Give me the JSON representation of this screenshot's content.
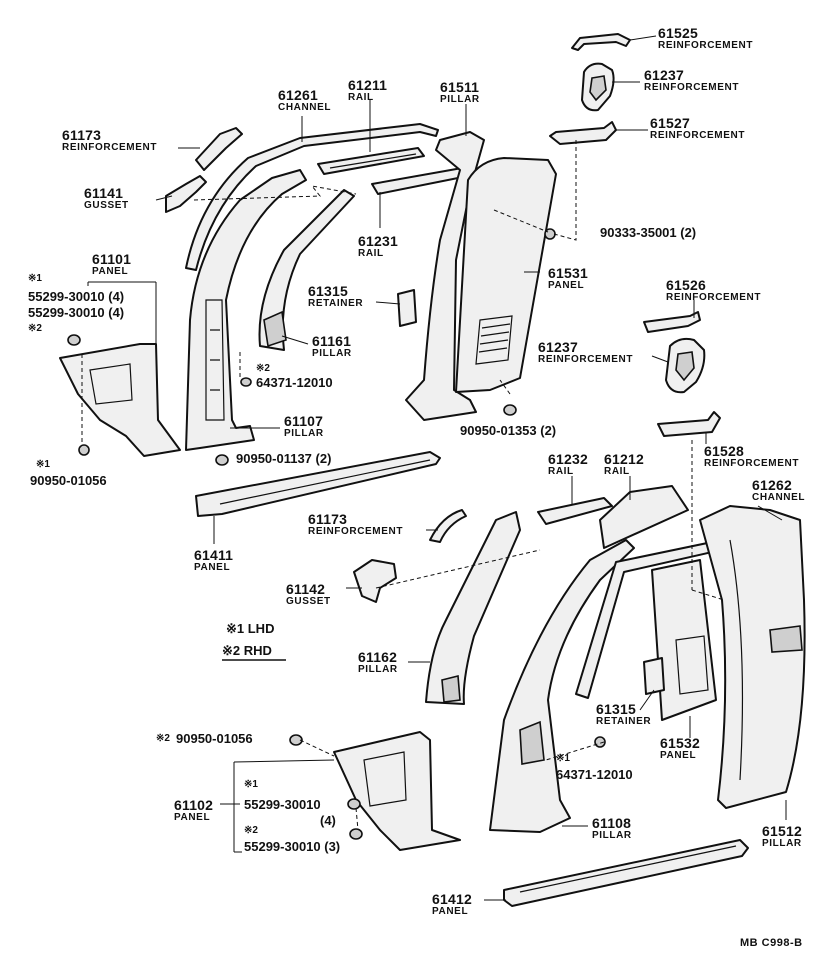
{
  "parts": {
    "p61525": {
      "num": "61525",
      "name": "REINFORCEMENT"
    },
    "p61237a": {
      "num": "61237",
      "name": "REINFORCEMENT"
    },
    "p61527": {
      "num": "61527",
      "name": "REINFORCEMENT"
    },
    "p61511": {
      "num": "61511",
      "name": "PILLAR"
    },
    "p61211": {
      "num": "61211",
      "name": "RAIL"
    },
    "p61261": {
      "num": "61261",
      "name": "CHANNEL"
    },
    "p61173a": {
      "num": "61173",
      "name": "REINFORCEMENT"
    },
    "p61141": {
      "num": "61141",
      "name": "GUSSET"
    },
    "p61231": {
      "num": "61231",
      "name": "RAIL"
    },
    "p61101": {
      "num": "61101",
      "name": "PANEL"
    },
    "p61315a": {
      "num": "61315",
      "name": "RETAINER"
    },
    "p61531": {
      "num": "61531",
      "name": "PANEL"
    },
    "p61526": {
      "num": "61526",
      "name": "REINFORCEMENT"
    },
    "p61161": {
      "num": "61161",
      "name": "PILLAR"
    },
    "p61237b": {
      "num": "61237",
      "name": "REINFORCEMENT"
    },
    "p61107": {
      "num": "61107",
      "name": "PILLAR"
    },
    "p61528": {
      "num": "61528",
      "name": "REINFORCEMENT"
    },
    "p61232": {
      "num": "61232",
      "name": "RAIL"
    },
    "p61212": {
      "num": "61212",
      "name": "RAIL"
    },
    "p61262": {
      "num": "61262",
      "name": "CHANNEL"
    },
    "p61411": {
      "num": "61411",
      "name": "PANEL"
    },
    "p61173b": {
      "num": "61173",
      "name": "REINFORCEMENT"
    },
    "p61142": {
      "num": "61142",
      "name": "GUSSET"
    },
    "p61162": {
      "num": "61162",
      "name": "PILLAR"
    },
    "p61315b": {
      "num": "61315",
      "name": "RETAINER"
    },
    "p61532": {
      "num": "61532",
      "name": "PANEL"
    },
    "p61102": {
      "num": "61102",
      "name": "PANEL"
    },
    "p61108": {
      "num": "61108",
      "name": "PILLAR"
    },
    "p61512": {
      "num": "61512",
      "name": "PILLAR"
    },
    "p61412": {
      "num": "61412",
      "name": "PANEL"
    }
  },
  "fasteners": {
    "f90333": "90333-35001 (2)",
    "f55299_4a": "55299-30010 (4)",
    "f55299_4b": "55299-30010 (4)",
    "f64371a": "64371-12010",
    "f90950_01353": "90950-01353 (2)",
    "f90950_01137": "90950-01137 (2)",
    "f90950_01056a": "90950-01056",
    "f90950_01056b": "90950-01056",
    "f64371b": "64371-12010",
    "f55299_b1": "55299-30010",
    "f55299_b1q": "(4)",
    "f55299_b2": "55299-30010 (3)"
  },
  "notes": {
    "n1a": "※1",
    "n2a": "※2",
    "n2b": "※2",
    "n1b": "※1",
    "n2c": "※2",
    "n1c": "※1",
    "n1d": "※1",
    "n2d": "※2"
  },
  "legend": {
    "lhd": "※1 LHD",
    "rhd": "※2 RHD"
  },
  "code": "MB C998-B"
}
